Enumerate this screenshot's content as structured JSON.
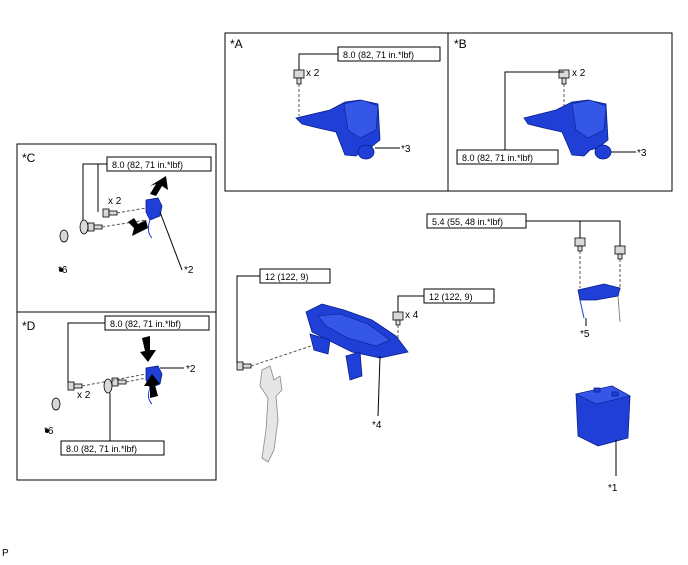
{
  "panels": {
    "A": {
      "label": "*A",
      "torque": "8.0 (82, 71 in.*lbf)",
      "qty": "x 2",
      "part": "*3"
    },
    "B": {
      "label": "*B",
      "torque": "8.0 (82, 71 in.*lbf)",
      "qty": "x 2",
      "part": "*3"
    },
    "C": {
      "label": "*C",
      "torque": "8.0 (82, 71 in.*lbf)",
      "qty": "x 2",
      "part_bracket": "*2",
      "part_nut": "*6"
    },
    "D": {
      "label": "*D",
      "torque_top": "8.0 (82, 71 in.*lbf)",
      "torque_bottom": "8.0 (82, 71 in.*lbf)",
      "qty": "x 2",
      "part_bracket": "*2",
      "part_nut": "*6"
    }
  },
  "main": {
    "tray_torque_left": "12 (122, 9)",
    "tray_torque_right": "12 (122, 9)",
    "tray_qty": "x 4",
    "tray_part": "*4",
    "clamp_torque": "5.4 (55, 48 in.*lbf)",
    "clamp_part": "*5",
    "battery_part": "*1"
  },
  "footer": {
    "letter": "P"
  }
}
